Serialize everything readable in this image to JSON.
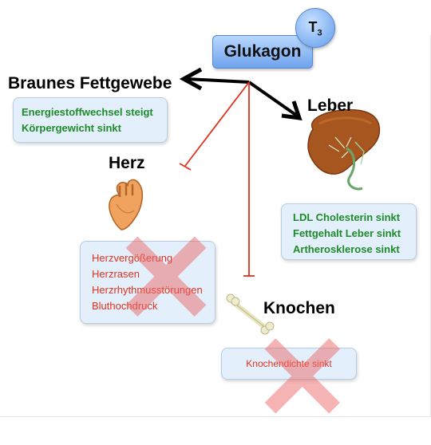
{
  "hormone": {
    "label": "Glukagon",
    "badge_main": "T",
    "badge_sub": "3"
  },
  "headings": {
    "brown_fat": "Braunes Fettgewebe",
    "liver": "Leber",
    "heart": "Herz",
    "bone": "Knochen"
  },
  "brown_fat_effects": [
    "Energiestoffwechsel steigt",
    "Körpergewicht sinkt"
  ],
  "liver_effects": [
    "LDL Cholesterin sinkt",
    "Fettgehalt Leber sinkt",
    "Artherosklerose sinkt"
  ],
  "heart_effects": [
    "Herzvergößerung",
    "Herzrasen",
    "Herzrhythmusstörungen",
    "Bluthochdruck"
  ],
  "bone_effects": [
    "Knochendichte sinkt"
  ],
  "colors": {
    "positive_text": "#1f8a2a",
    "negative_text": "#e0321e",
    "inhibition_line": "#e0321e",
    "activation_arrow": "#000000",
    "box_fill": "#e3f0fb",
    "hormone_fill": "#7fb0f2"
  },
  "icons": {
    "heart": "heart-illustration",
    "liver": "liver-illustration",
    "bone": "bone-illustration",
    "cross": "cross-mark"
  }
}
